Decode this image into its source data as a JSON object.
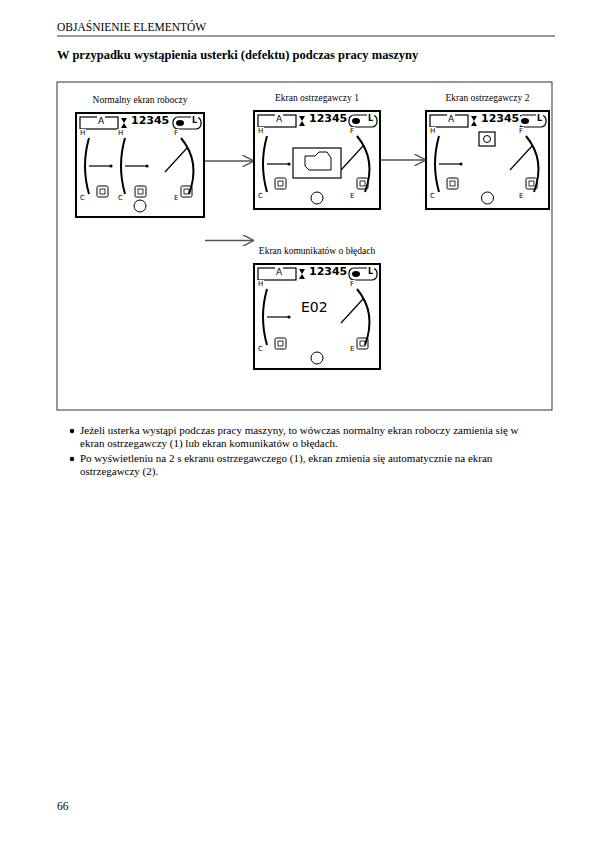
{
  "diagram": {
    "title": "W przypadku wystąpienia usterki (defektu) podczas pracy maszyny",
    "nodes": [
      {
        "text": [
          "Normalny ekran roboczy"
        ]
      },
      {
        "text": [
          "Ekran ostrzegawczy 1"
        ]
      },
      {
        "text": [
          "Ekran ostrzegawczy 2"
        ]
      },
      {
        "text": [
          "Ekran komunikatów o błędach"
        ]
      }
    ],
    "edges": [
      {
        "from": 0,
        "to": 1,
        "arrow": "to"
      },
      {
        "from": 1,
        "to": 2,
        "arrow": "to"
      },
      {
        "from": 0,
        "to": 3,
        "arrow": "to"
      }
    ],
    "labels": [
      "OBJAŚNIENIE ELEMENTÓW",
      "A",
      "12345",
      "L",
      "H",
      "C",
      "H",
      "C",
      "F",
      "E",
      "A",
      "12345",
      "L",
      "H",
      "C",
      "F",
      "E",
      "A",
      "12345",
      "L",
      "H",
      "C",
      "F",
      "E",
      "A",
      "12345",
      "L",
      "E02",
      "H",
      "C",
      "F",
      "E",
      "Jeżeli usterka wystąpi podczas pracy maszyny, to wówczas normalny ekran roboczy zamienia się w ekran ostrzegawczy (1) lub ekran komunikatów o błędach.",
      "Po wyświetleniu na 2 s ekranu ostrzegawczego (1), ekran zmienia się automatycznie na ekran ostrzegawczy (2).",
      "66"
    ]
  }
}
